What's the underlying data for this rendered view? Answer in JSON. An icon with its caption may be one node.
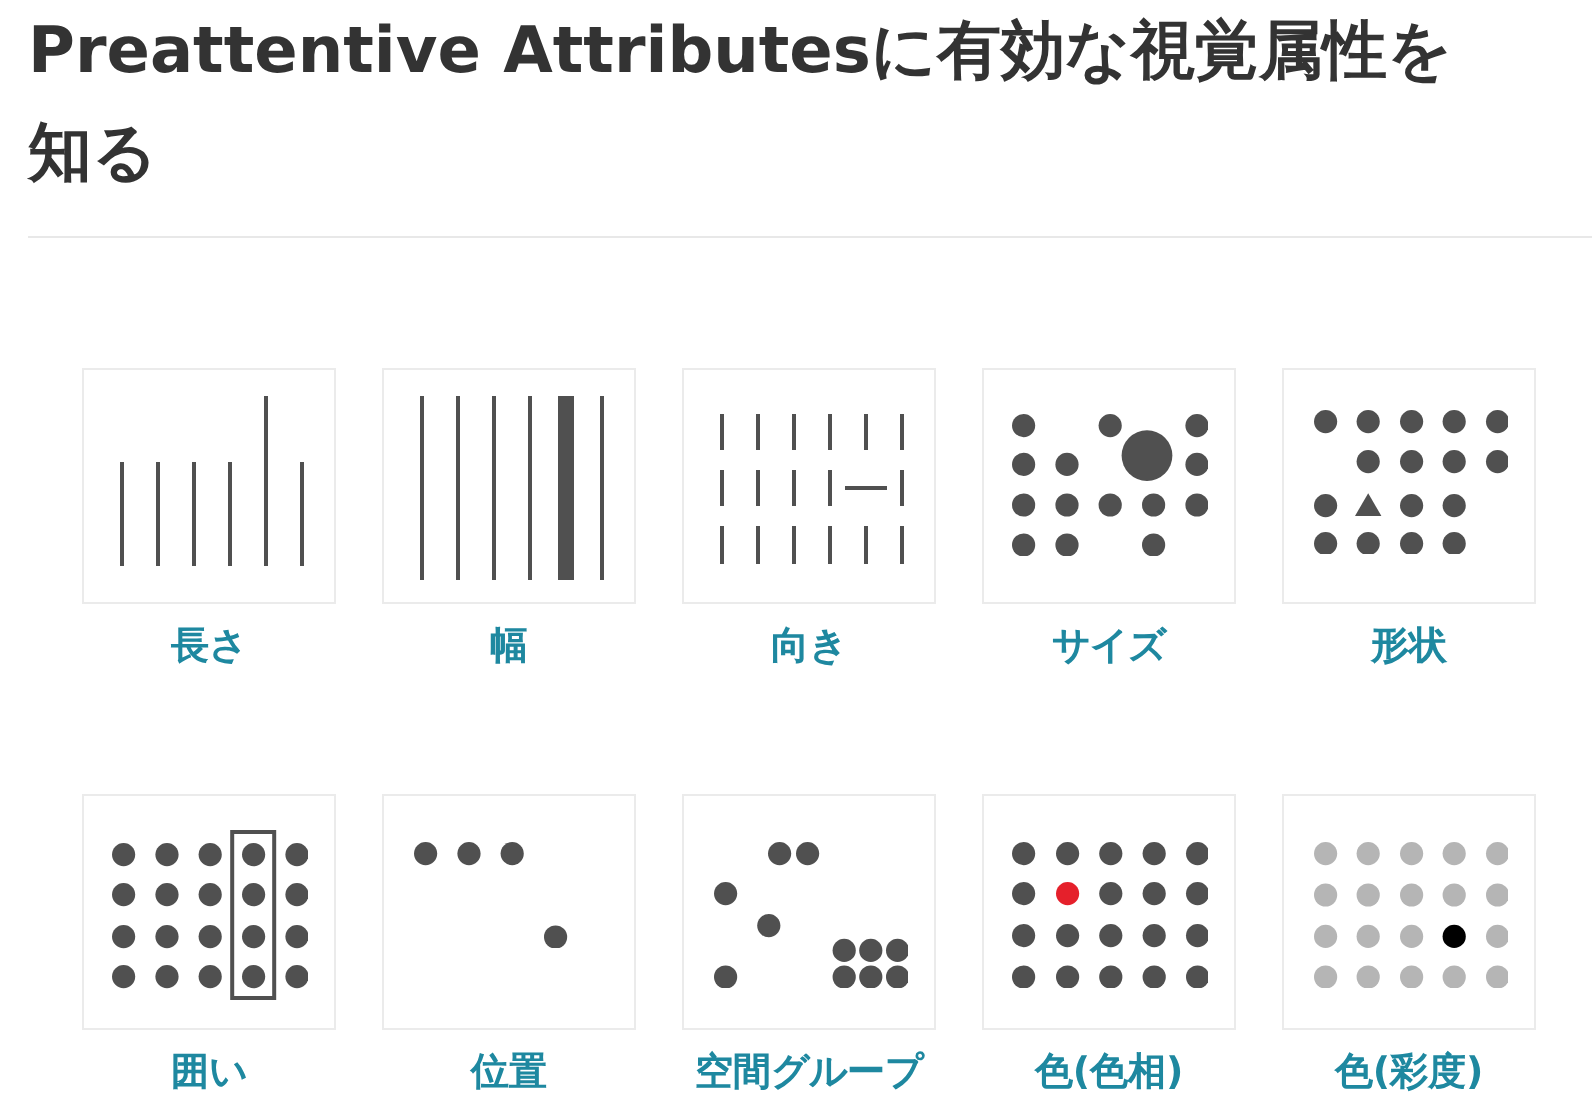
{
  "diagram": {
    "title": "Preattentive Attributesに有効な視覚属性を知る",
    "nodes": [
      {
        "text": [
          "長さ"
        ]
      },
      {
        "text": [
          "幅"
        ]
      },
      {
        "text": [
          "向き"
        ]
      },
      {
        "text": [
          "サイズ"
        ]
      },
      {
        "text": [
          "形状"
        ]
      },
      {
        "text": [
          "囲い"
        ]
      },
      {
        "text": [
          "位置"
        ]
      },
      {
        "text": [
          "空間グループ"
        ]
      },
      {
        "text": [
          "色(色相)"
        ]
      },
      {
        "text": [
          "色(彩度)"
        ]
      }
    ]
  }
}
